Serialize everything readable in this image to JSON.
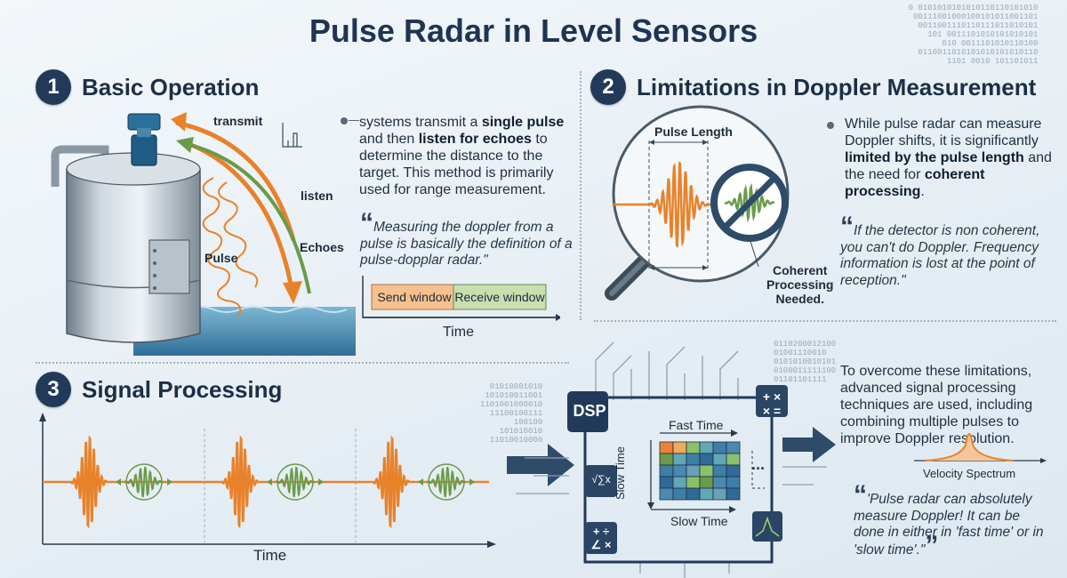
{
  "title": "Pulse Radar in Level Sensors",
  "section1": {
    "number": "1",
    "title": "Basic Operation",
    "labels": {
      "transmit": "transmit",
      "listen": "listen",
      "pulse": "Pulse",
      "echoes": "Echoes"
    },
    "text_parts": [
      "systems transmit a ",
      "single pulse",
      " and then ",
      "listen for echoes",
      " to determine the distance to the target. This method is primarily used for range measurement."
    ],
    "quote": "Measuring the doppler from a pulse is basically the definition of a pulse-dopplar radar.\"",
    "timeline": {
      "send": "Send window",
      "receive": "Receive window",
      "axis": "Time"
    }
  },
  "section2": {
    "number": "2",
    "title": "Limitations in Doppler Measurement",
    "pulse_length": "Pulse Length",
    "coherent_label": [
      "Coherent",
      "Processing",
      "Needed."
    ],
    "text_parts": [
      "While pulse radar can measure Doppler shifts, it is significantly ",
      "limited by the pulse length",
      " and the need for ",
      "coherent processing",
      "."
    ],
    "quote": "If the detector is non coherent, you can't do Doppler. Frequency information is lost at the point of reception.\""
  },
  "section3": {
    "number": "3",
    "title": "Signal Processing",
    "axis_time": "Time",
    "dsp": "DSP",
    "fast_time": "Fast Time",
    "slow_time": "Slow Time",
    "dots": "...",
    "text": "To overcome these limitations, advanced signal processing techniques are used, including combining multiple pulses to improve Doppler resolution.",
    "velocity_spectrum": "Velocity Spectrum",
    "quote": "'Pulse radar can absolutely measure Doppler! It can be done in either in 'fast time' or in 'slow time'.\"",
    "icon_sqrt": "√∑x",
    "icon_ops_top": "+ ×",
    "icon_ops_bottom": "× =",
    "icon_ops2_top": "+ ÷",
    "icon_ops2_bottom": "∠ ×"
  },
  "quote_marks": {
    "open": "“",
    "close": "”"
  },
  "colors": {
    "orange": "#e8822a",
    "green": "#6a9a4a",
    "navy": "#223a5a",
    "water": "#3f86ad"
  }
}
